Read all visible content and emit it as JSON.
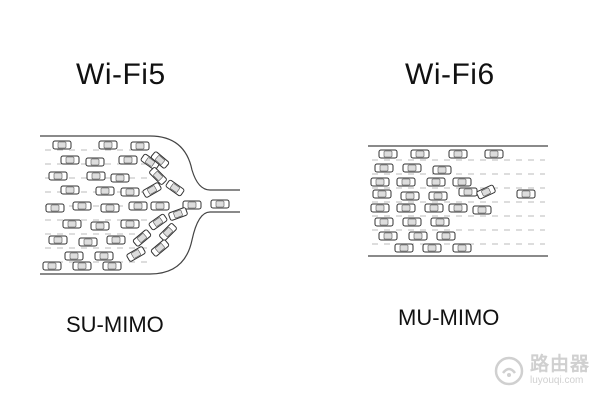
{
  "left_panel": {
    "title": "Wi-Fi5",
    "caption": "SU-MIMO"
  },
  "right_panel": {
    "title": "Wi-Fi6",
    "caption": "MU-MIMO"
  },
  "watermark": {
    "brand": "路由器",
    "url": "luyouqi.com",
    "icon": "router-logo-icon"
  },
  "colors": {
    "road_line": "#444444",
    "car_stroke": "#333333",
    "car_fill": "#ffffff",
    "watermark": "#c8c8c8"
  }
}
